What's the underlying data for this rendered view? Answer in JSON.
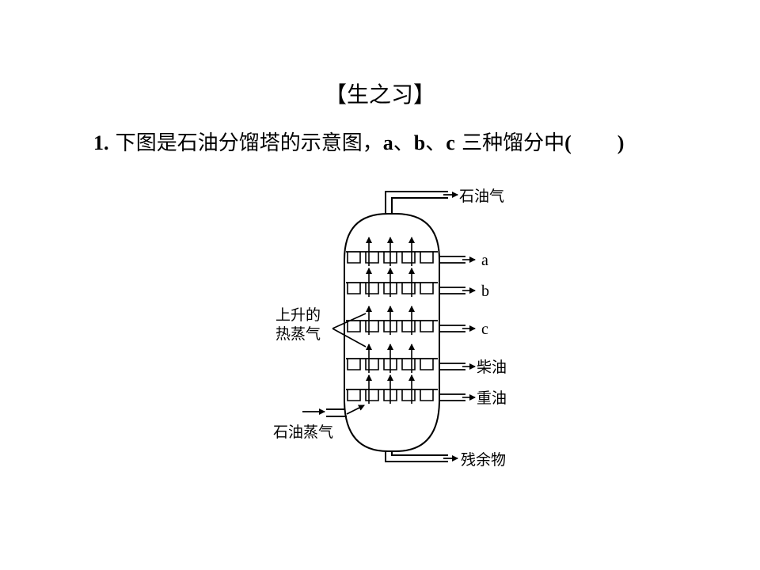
{
  "heading": "【生之习】",
  "question": {
    "number": "1",
    "dot": ".",
    "text1": "下图是石油分馏塔的示意图，",
    "a": "a",
    "sep1": "、",
    "b": "b",
    "sep2": "、",
    "c": "c",
    "text2": " 三种馏分中",
    "open_paren": "(",
    "close_paren": ")"
  },
  "diagram": {
    "top_output": "石油气",
    "outputs": [
      "a",
      "b",
      "c",
      "柴油",
      "重油"
    ],
    "bottom_output": "残余物",
    "rising_vapor_line1": "上升的",
    "rising_vapor_line2": "热蒸气",
    "input_label": "石油蒸气"
  }
}
